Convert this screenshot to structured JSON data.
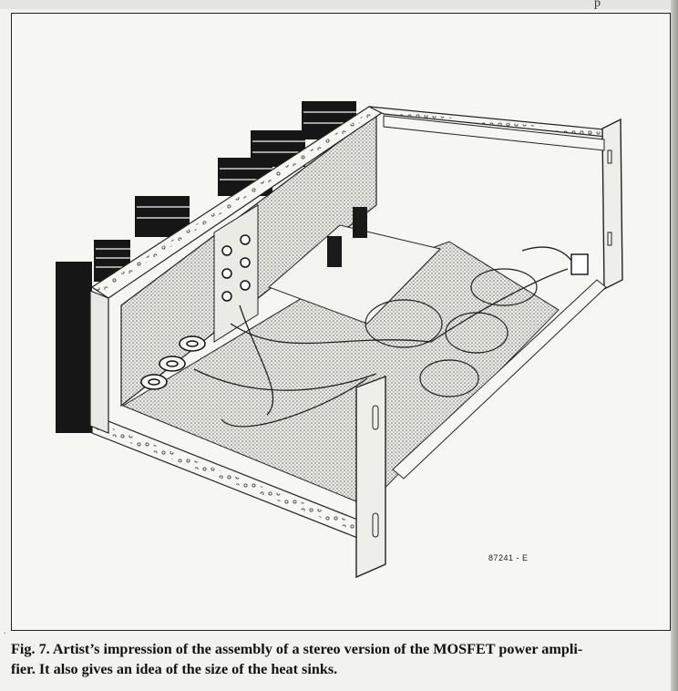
{
  "page": {
    "top_mark": "p"
  },
  "figure": {
    "code_label": "87241 - E"
  },
  "caption": {
    "line1": "Fig. 7.  Artist’s impression of the assembly of a stereo version of the MOSFET power ampli-",
    "line2": "fier. It also gives an idea of the size of the heat sinks."
  }
}
